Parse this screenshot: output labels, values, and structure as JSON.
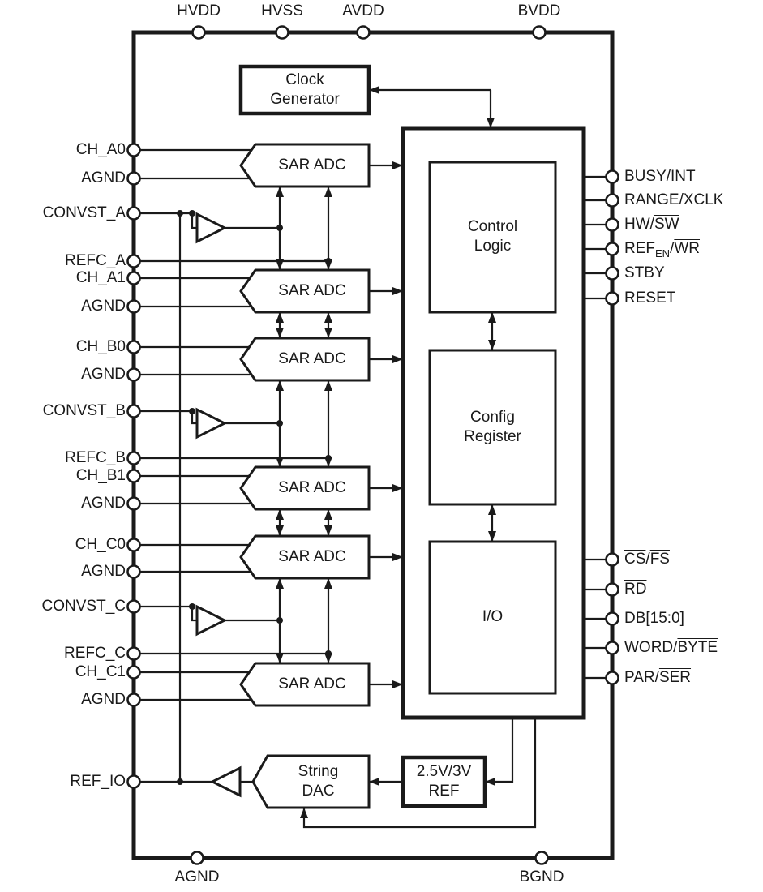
{
  "colors": {
    "line": "#1a1a1a",
    "fill": "#ffffff"
  },
  "pins": {
    "top": [
      "HVDD",
      "HVSS",
      "AVDD",
      "BVDD"
    ],
    "bottom": [
      "AGND",
      "BGND"
    ],
    "left": [
      "CH_A0",
      "AGND",
      "CONVST_A",
      "REFC_A",
      "CH_A1",
      "AGND",
      "CH_B0",
      "AGND",
      "CONVST_B",
      "REFC_B",
      "CH_B1",
      "AGND",
      "CH_C0",
      "AGND",
      "CONVST_C",
      "REFC_C",
      "CH_C1",
      "AGND",
      "REF_IO"
    ],
    "right": [
      {
        "text": "BUSY/INT"
      },
      {
        "text": "RANGE/XCLK"
      },
      {
        "pre": "HW/",
        "over": "SW"
      },
      {
        "pre": "REF",
        "sub": "EN",
        "mid": "/",
        "over": "WR"
      },
      {
        "over": "STBY"
      },
      {
        "text": "RESET"
      },
      {
        "over1": "CS",
        "mid": "/",
        "over2": "FS"
      },
      {
        "over": "RD"
      },
      {
        "text": "DB[15:0]"
      },
      {
        "pre": "WORD/",
        "over": "BYTE"
      },
      {
        "pre": "PAR/",
        "over": "SER"
      }
    ]
  },
  "blocks": {
    "clock_generator": {
      "line1": "Clock",
      "line2": "Generator"
    },
    "sar_adc": "SAR ADC",
    "control_logic": {
      "line1": "Control",
      "line2": "Logic"
    },
    "config_register": {
      "line1": "Config",
      "line2": "Register"
    },
    "io": "I/O",
    "string_dac": {
      "line1": "String",
      "line2": "DAC"
    },
    "ref": {
      "line1": "2.5V/3V",
      "line2": "REF"
    }
  }
}
